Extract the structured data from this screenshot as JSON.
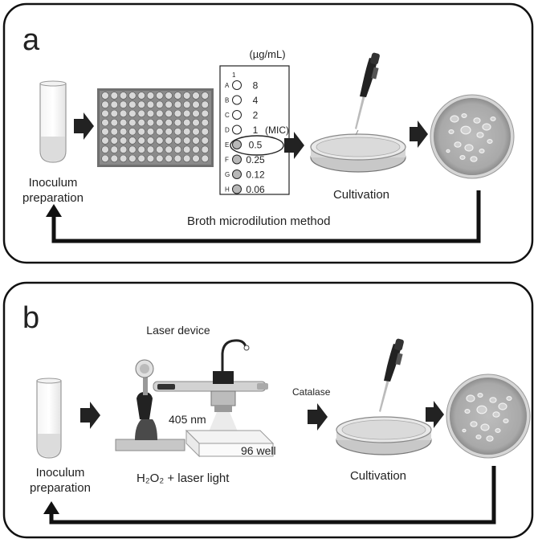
{
  "panel_a": {
    "letter": "a",
    "inoculum_line1": "Inoculum",
    "inoculum_line2": "preparation",
    "method_label": "Broth microdilution method",
    "unit_label": "(µg/mL)",
    "column_header": "1",
    "rows": [
      {
        "letter": "A",
        "value": "8",
        "filled": false
      },
      {
        "letter": "B",
        "value": "4",
        "filled": false
      },
      {
        "letter": "C",
        "value": "2",
        "filled": false
      },
      {
        "letter": "D",
        "value": "1",
        "filled": false
      },
      {
        "letter": "E",
        "value": "0.5",
        "filled": true
      },
      {
        "letter": "F",
        "value": "0.25",
        "filled": true
      },
      {
        "letter": "G",
        "value": "0.12",
        "filled": true
      },
      {
        "letter": "H",
        "value": "0.06",
        "filled": true
      }
    ],
    "mic_label": "(MIC)",
    "cultivation_label": "Cultivation"
  },
  "panel_b": {
    "letter": "b",
    "inoculum_line1": "Inoculum",
    "inoculum_line2": "preparation",
    "laser_device_label": "Laser device",
    "wavelength_label": "405 nm",
    "well_label": "96 well",
    "treatment_label": "H₂O₂ + laser light",
    "catalase_label": "Catalase",
    "cultivation_label": "Cultivation"
  }
}
